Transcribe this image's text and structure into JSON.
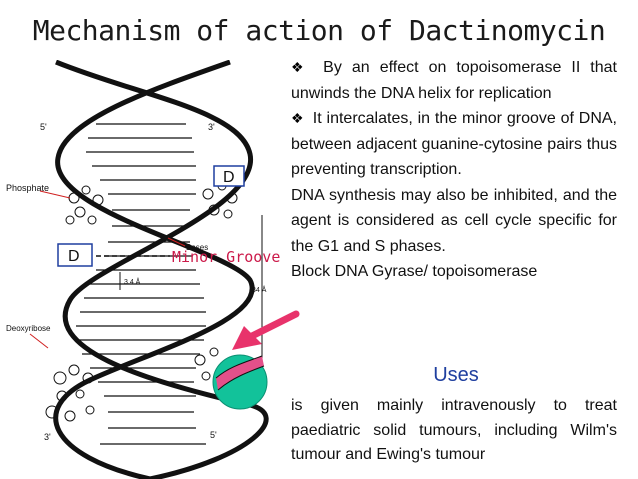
{
  "slide": {
    "title": "Mechanism of action of Dactinomycin",
    "bullets": [
      {
        "bullet_glyph": "❖",
        "text": "By an effect on topoisomerase II that unwinds the DNA helix for replication"
      },
      {
        "bullet_glyph": "❖",
        "text": "It intercalates, in the minor groove of DNA, between adjacent guanine-cytosine pairs thus preventing transcription."
      }
    ],
    "paragraph": "DNA synthesis may also be inhibited, and the agent is considered as cell cycle specific for the G1 and S phases.",
    "gyrase_line": "Block DNA Gyrase/ topoisomerase",
    "uses_heading": "Uses",
    "uses_text": "is given mainly intravenously to treat paediatric solid tumours, including Wilm's tumour and Ewing's tumour"
  },
  "diagram": {
    "labels": {
      "five_prime_top": "5'",
      "three_prime_top": "3'",
      "phosphate": "Phosphate",
      "bases": "Bases",
      "deoxyribose": "Deoxyribose",
      "three_prime_bottom": "3'",
      "five_prime_bottom": "5'",
      "d_upper": "D",
      "d_lower": "D",
      "minor_groove": "Minor Groove",
      "minor_measure": "3.4 Å",
      "major_measure": "34 Å"
    },
    "colors": {
      "d_box": "#1f3f9f",
      "minor_groove_text": "#cc1a4a",
      "arrow": "#e8336b",
      "drug_circle": "#12c29a",
      "drug_band": "#e4508a",
      "annotation_red": "#d02020",
      "uses_heading": "#1f3f9f"
    }
  }
}
